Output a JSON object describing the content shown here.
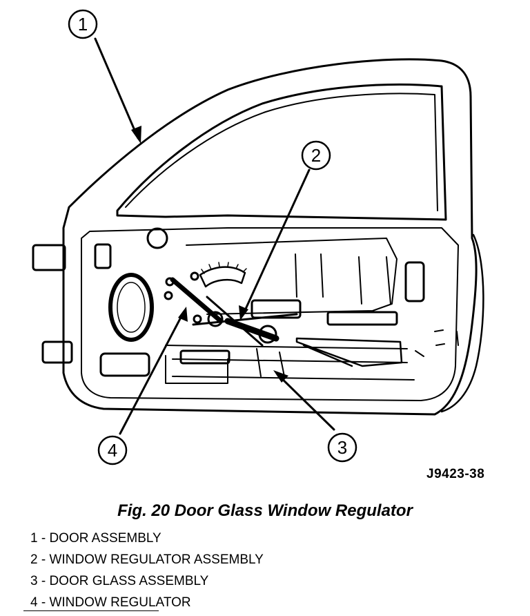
{
  "figure": {
    "id": "J9423-38",
    "caption": "Fig. 20 Door Glass Window Regulator"
  },
  "callouts": [
    {
      "number": "1"
    },
    {
      "number": "2"
    },
    {
      "number": "3"
    },
    {
      "number": "4"
    }
  ],
  "legend": [
    {
      "text": "1 - DOOR ASSEMBLY"
    },
    {
      "text": "2 - WINDOW REGULATOR ASSEMBLY"
    },
    {
      "text": "3 - DOOR GLASS ASSEMBLY"
    },
    {
      "text": "4 - WINDOW REGULATOR"
    }
  ]
}
